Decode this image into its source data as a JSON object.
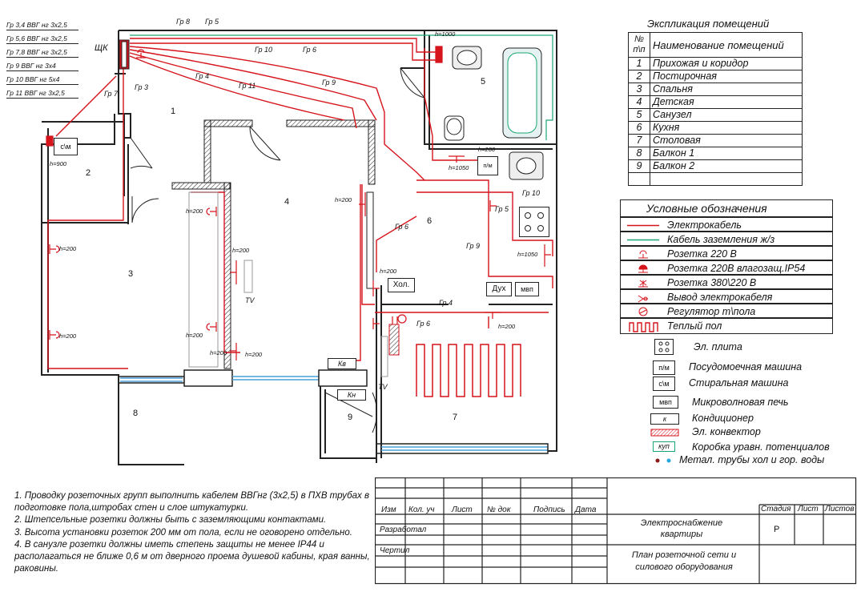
{
  "cable_groups": [
    "Гр 3,4  ВВГ нг 3х2,5",
    "Гр 5,6  ВВГ нг 3х2,5",
    "Гр 7,8  ВВГ нг 3х2,5",
    "Гр 9  ВВГ нг 3х4",
    "Гр 10  ВВГ нг 5х4",
    "Гр 11  ВВГ нг 3х2,5"
  ],
  "panel_label": "ЩК",
  "explication": {
    "title": "Экспликация помещений",
    "header_num": "№ п\\п",
    "header_name": "Наименование помещений",
    "rows": [
      {
        "n": "1",
        "name": "Прихожая и коридор"
      },
      {
        "n": "2",
        "name": "Постирочная"
      },
      {
        "n": "3",
        "name": "Спальня"
      },
      {
        "n": "4",
        "name": "Детская"
      },
      {
        "n": "5",
        "name": "Санузел"
      },
      {
        "n": "6",
        "name": "Кухня"
      },
      {
        "n": "7",
        "name": "Столовая"
      },
      {
        "n": "8",
        "name": "Балкон 1"
      },
      {
        "n": "9",
        "name": "Балкон 2"
      }
    ]
  },
  "legend": {
    "title": "Условные обозначения",
    "items": [
      "Электрокабель",
      "Кабель заземления ж/з",
      "Розетка 220 В",
      "Розетка 220В влагозащ.IP54",
      "Розетка 380\\220 В",
      "Вывод электрокабеля",
      "Регулятор т\\пола",
      "Теплый пол"
    ]
  },
  "equipment": [
    {
      "sym": "",
      "name": "Эл. плита"
    },
    {
      "sym": "п/м",
      "name": "Посудомоечная машина"
    },
    {
      "sym": "с\\м",
      "name": "Стиральная машина"
    },
    {
      "sym": "мвп",
      "name": "Микроволновая печь"
    },
    {
      "sym": "к",
      "name": "Кондиционер"
    },
    {
      "sym": "",
      "name": "Эл. конвектор"
    },
    {
      "sym": "куп",
      "name": "Коробка уравн. потенциалов"
    },
    {
      "sym": "",
      "name": "Метал. трубы хол и гор. воды"
    }
  ],
  "plan": {
    "rooms": [
      "1",
      "2",
      "3",
      "4",
      "5",
      "6",
      "7",
      "8",
      "9"
    ],
    "group_labels": [
      "Гр 8",
      "Гр 5",
      "Гр 10",
      "Гр 6",
      "Гр 4",
      "Гр 11",
      "Гр 9",
      "Гр 7",
      "Гр 3",
      "Гр 6",
      "Гр 9",
      "Гр 5",
      "Гр 10",
      "Гр 4",
      "Гр 6"
    ],
    "heights": [
      "h=1000",
      "h=900",
      "h=200",
      "h=200",
      "h=200",
      "h=200",
      "h=200",
      "h=200",
      "h=200",
      "h=200",
      "h=200",
      "h=1050",
      "h=1050",
      "h=200",
      "h=200"
    ],
    "appliances": {
      "sm": "с\\м",
      "pm": "п/м",
      "hol": "Хол.",
      "duh": "Дух",
      "mvp": "мвп",
      "kv": "Кв",
      "kn": "Кн",
      "tv1": "TV",
      "tv2": "TV"
    }
  },
  "notes": [
    "1. Проводку розеточных групп выполнить кабелем ВВГнг (3х2,5)  в ПХВ трубах в подготовке пола,штробах стен и слое штукатурки.",
    "2. Штепсельные розетки должны  быть  с заземляющими контактами.",
    "3. Высота установки розеток 200 мм от пола, если не оговорено отдельно.",
    "4. В санузле розетки должны  иметь степень защиты не менее IP44  и располагаться  не ближе 0,6 м от дверного проема душевой кабины,  края ванны, раковины."
  ],
  "stamp": {
    "cols": [
      "Изм",
      "Кол. уч",
      "Лист",
      "№ док",
      "Подпись",
      "Дата"
    ],
    "developed": "Разработал",
    "drawn": "Чертил",
    "project": "Электроснабжение квартиры",
    "stage_h": "Стадия",
    "sheet_h": "Лист",
    "sheets_h": "Листов",
    "stage": "Р",
    "sheet_title": "План розеточной сети и силового оборудования"
  },
  "colors": {
    "cable": "#d6141c",
    "ground": "#1aa673",
    "wall": "#222222",
    "window": "#4aa0d8"
  }
}
